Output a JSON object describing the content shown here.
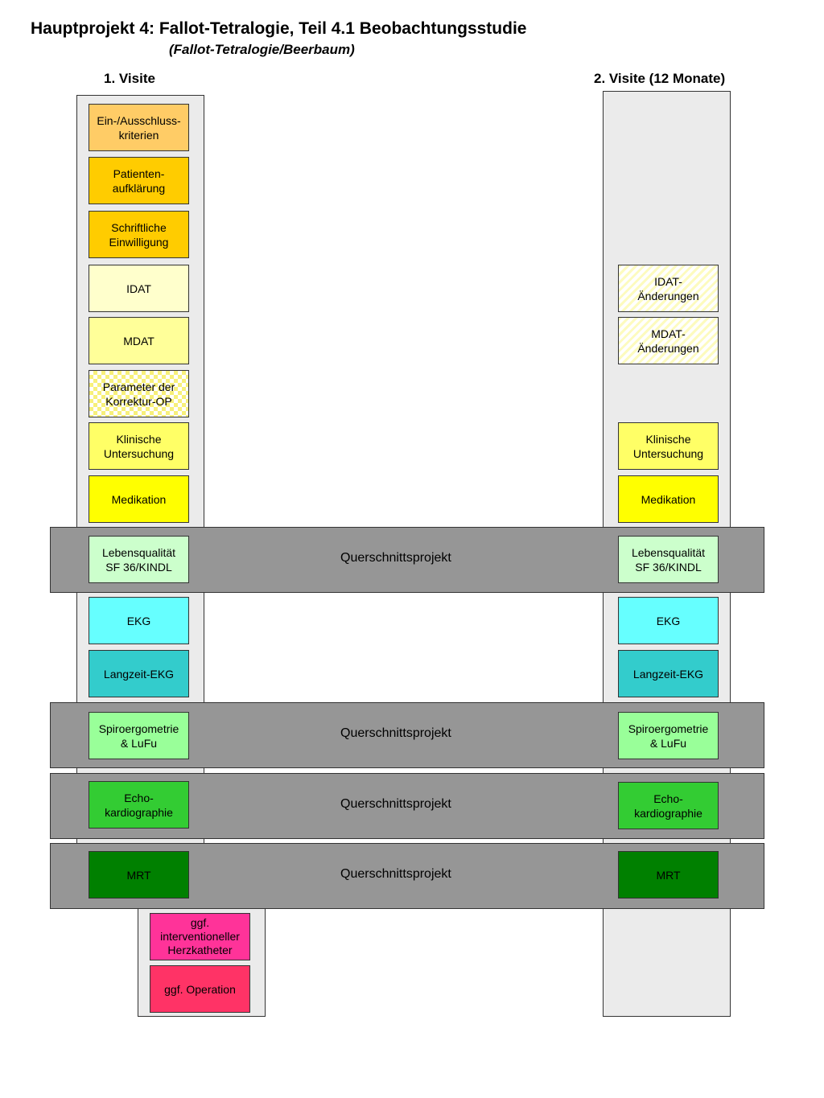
{
  "header": {
    "title": "Hauptprojekt 4: Fallot-Tetralogie, Teil 4.1 Beobachtungsstudie",
    "subtitle": "(Fallot-Tetralogie/Beerbaum)"
  },
  "columns": {
    "visit1": "1. Visite",
    "visit2": "2. Visite (12 Monate)"
  },
  "bands": {
    "b1": "Querschnittsprojekt",
    "b2": "Querschnittsprojekt",
    "b3": "Querschnittsprojekt",
    "b4": "Querschnittsprojekt"
  },
  "colors": {
    "column_bg": "#ebebeb",
    "band_bg": "#969696",
    "einschluss": "#ffcc66",
    "aufklaerung": "#ffcc00",
    "einwilligung": "#ffcc00",
    "idat": "#ffffcc",
    "mdat": "#ffff99",
    "klinisch": "#ffff66",
    "medikation": "#ffff00",
    "lebensqualitaet": "#ccffcc",
    "ekg": "#66ffff",
    "langzeit_ekg": "#33cccc",
    "spiro": "#99ff99",
    "echo": "#33cc33",
    "mrt": "#008000",
    "herzkatheter": "#ff3399",
    "operation": "#ff3366"
  },
  "visit1_boxes": {
    "einschluss": [
      "Ein-/Ausschluss-",
      "kriterien"
    ],
    "aufklaerung": [
      "Patienten-",
      "aufklärung"
    ],
    "einwilligung": [
      "Schriftliche",
      "Einwilligung"
    ],
    "idat": [
      "IDAT"
    ],
    "mdat": [
      "MDAT"
    ],
    "parameter": [
      "Parameter der",
      "Korrektur-OP"
    ],
    "klinisch": [
      "Klinische",
      "Untersuchung"
    ],
    "medikation": [
      "Medikation"
    ],
    "lebensqualitaet": [
      "Lebensqualität",
      "SF 36/KINDL"
    ],
    "ekg": [
      "EKG"
    ],
    "langzeit_ekg": [
      "Langzeit-EKG"
    ],
    "spiro": [
      "Spiroergometrie",
      "& LuFu"
    ],
    "echo": [
      "Echo-",
      "kardiographie"
    ],
    "mrt": [
      "MRT"
    ],
    "herzkatheter": [
      "ggf.",
      "interventioneller",
      "Herzkatheter"
    ],
    "operation": [
      "ggf. Operation"
    ]
  },
  "visit2_boxes": {
    "idat": [
      "IDAT-",
      "Änderungen"
    ],
    "mdat": [
      "MDAT-",
      "Änderungen"
    ],
    "klinisch": [
      "Klinische",
      "Untersuchung"
    ],
    "medikation": [
      "Medikation"
    ],
    "lebensqualitaet": [
      "Lebensqualität",
      "SF 36/KINDL"
    ],
    "ekg": [
      "EKG"
    ],
    "langzeit_ekg": [
      "Langzeit-EKG"
    ],
    "spiro": [
      "Spiroergometrie",
      "& LuFu"
    ],
    "echo": [
      "Echo-",
      "kardiographie"
    ],
    "mrt": [
      "MRT"
    ]
  }
}
